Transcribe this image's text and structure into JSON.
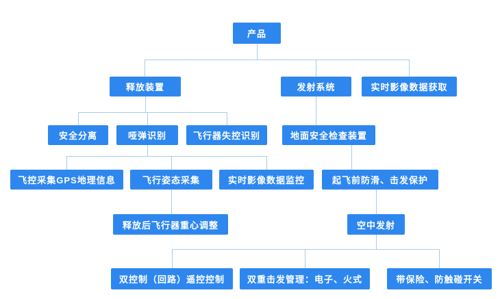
{
  "diagram": {
    "type": "tree",
    "nodes": {
      "product": {
        "label": "产品"
      },
      "release_device": {
        "label": "释放装置"
      },
      "launch_system": {
        "label": "发射系统"
      },
      "realtime_image_acquisition": {
        "label": "实时影像数据获取"
      },
      "safe_separation": {
        "label": "安全分离"
      },
      "dud_identification": {
        "label": "哑弹识别"
      },
      "aircraft_loss_identification": {
        "label": "飞行器失控识别"
      },
      "ground_safety_check": {
        "label": "地面安全检查装置"
      },
      "fc_gps_geo_info": {
        "label": "飞控采集GPS地理信息"
      },
      "flight_attitude_acquisition": {
        "label": "飞行姿态采集"
      },
      "realtime_image_monitoring": {
        "label": "实时影像数据监控"
      },
      "preflight_protection": {
        "label": "起飞前防滑、击发保护"
      },
      "cg_adjustment": {
        "label": "释放后飞行器重心调整"
      },
      "midair_launch": {
        "label": "空中发射"
      },
      "dual_control": {
        "label": "双控制（回路）遥控控制"
      },
      "dual_firing": {
        "label": "双重击发管理：电子、火式"
      },
      "safety_switch": {
        "label": "带保险、防触碰开关"
      }
    },
    "edges": [
      {
        "from": "product",
        "to": "release_device"
      },
      {
        "from": "product",
        "to": "launch_system"
      },
      {
        "from": "product",
        "to": "realtime_image_acquisition"
      },
      {
        "from": "release_device",
        "to": "safe_separation"
      },
      {
        "from": "release_device",
        "to": "dud_identification"
      },
      {
        "from": "release_device",
        "to": "aircraft_loss_identification"
      },
      {
        "from": "launch_system",
        "to": "ground_safety_check"
      },
      {
        "from": "dud_identification",
        "to": "fc_gps_geo_info"
      },
      {
        "from": "dud_identification",
        "to": "flight_attitude_acquisition"
      },
      {
        "from": "dud_identification",
        "to": "realtime_image_monitoring"
      },
      {
        "from": "ground_safety_check",
        "to": "preflight_protection"
      },
      {
        "from": "flight_attitude_acquisition",
        "to": "cg_adjustment"
      },
      {
        "from": "preflight_protection",
        "to": "midair_launch"
      },
      {
        "from": "midair_launch",
        "to": "dual_control"
      },
      {
        "from": "midair_launch",
        "to": "dual_firing"
      },
      {
        "from": "midair_launch",
        "to": "safety_switch"
      }
    ],
    "colors": {
      "node_fill": "#2E87EE",
      "node_text": "#FFFFFF",
      "connector": "#ACCBE6",
      "background": "#FFFFFF"
    }
  }
}
